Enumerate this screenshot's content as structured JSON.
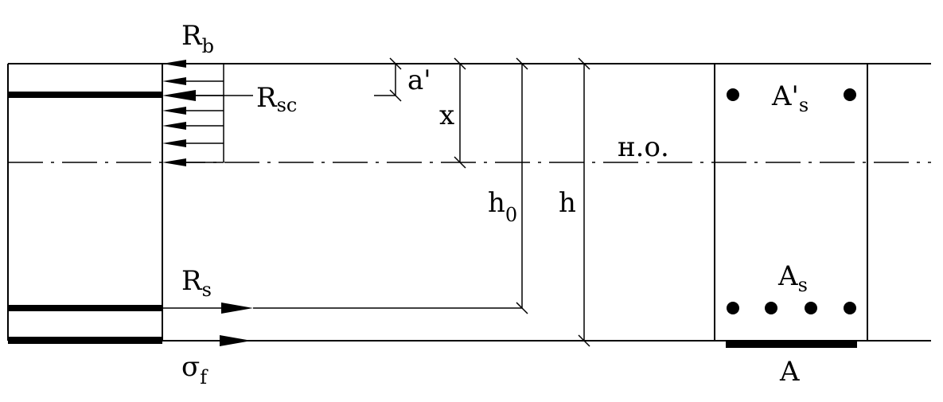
{
  "labels": {
    "Rb": {
      "main": "R",
      "sub": "b"
    },
    "Rsc": {
      "main": "R",
      "sub": "sc"
    },
    "a_prime": "a'",
    "x": "x",
    "neutral_axis": "н.о.",
    "As_prime": {
      "main": "A'",
      "sub": "s"
    },
    "h0": {
      "main": "h",
      "sub": "0"
    },
    "h": "h",
    "Rs": {
      "main": "R",
      "sub": "s"
    },
    "As": {
      "main": "A",
      "sub": "s"
    },
    "sigma_f": {
      "main": "σ",
      "sub": "f"
    },
    "A": "A"
  },
  "colors": {
    "line": "#000000",
    "background": "#ffffff"
  }
}
